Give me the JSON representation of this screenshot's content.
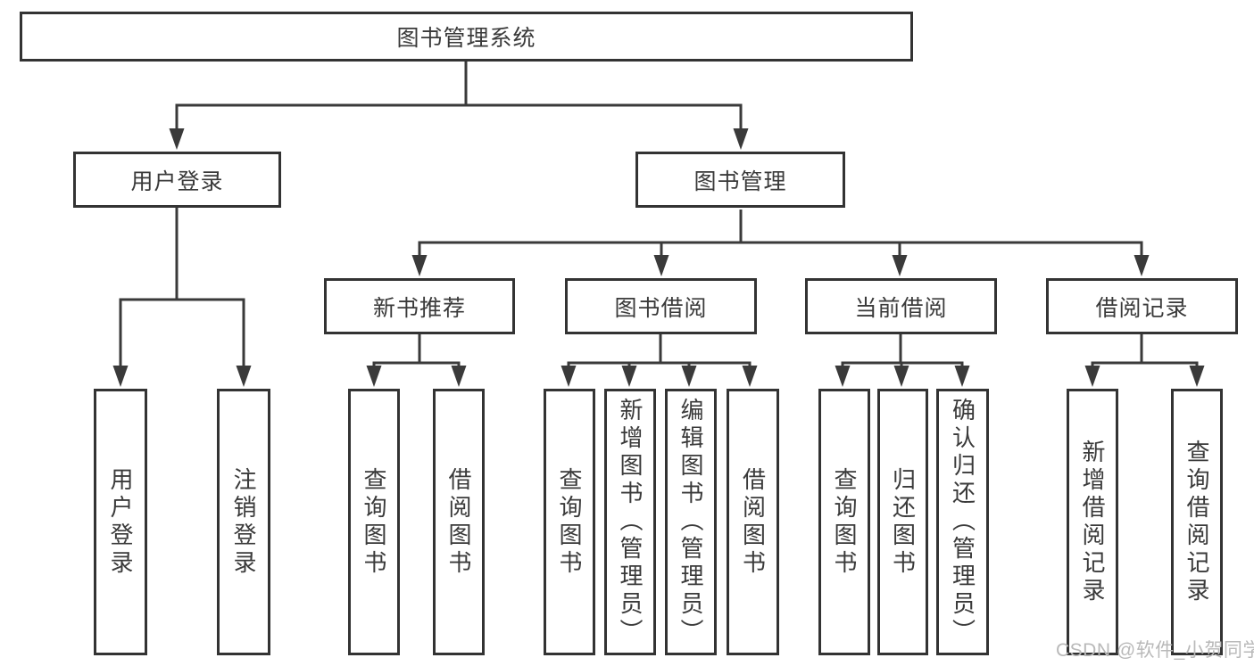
{
  "colors": {
    "line": "#3a3a3a",
    "border": "#333333",
    "text": "#3a3a3a",
    "watermark": "#b9b9b9",
    "background": "#ffffff"
  },
  "watermark": {
    "text": "CSDN @软件_小贺同学"
  },
  "diagram": {
    "nodes": [
      {
        "id": "root",
        "label": "图书管理系统",
        "level": 0,
        "parent": null
      },
      {
        "id": "user-login",
        "label": "用户登录",
        "level": 1,
        "parent": "root"
      },
      {
        "id": "book-management",
        "label": "图书管理",
        "level": 1,
        "parent": "root"
      },
      {
        "id": "new-book-recommend",
        "label": "新书推荐",
        "level": 2,
        "parent": "book-management"
      },
      {
        "id": "book-borrowing",
        "label": "图书借阅",
        "level": 2,
        "parent": "book-management"
      },
      {
        "id": "current-borrowing",
        "label": "当前借阅",
        "level": 2,
        "parent": "book-management"
      },
      {
        "id": "borrowing-records",
        "label": "借阅记录",
        "level": 2,
        "parent": "book-management"
      },
      {
        "id": "leaf-user-login",
        "label": "用户登录",
        "level": 3,
        "parent": "user-login"
      },
      {
        "id": "leaf-logout",
        "label": "注销登录",
        "level": 3,
        "parent": "user-login"
      },
      {
        "id": "leaf-query-books-1",
        "label": "查询图书",
        "level": 3,
        "parent": "new-book-recommend"
      },
      {
        "id": "leaf-borrow-books-1",
        "label": "借阅图书",
        "level": 3,
        "parent": "new-book-recommend"
      },
      {
        "id": "leaf-query-books-2",
        "label": "查询图书",
        "level": 3,
        "parent": "book-borrowing"
      },
      {
        "id": "leaf-add-books-admin",
        "label": "新增图书（管理员）",
        "level": 3,
        "parent": "book-borrowing"
      },
      {
        "id": "leaf-edit-books-admin",
        "label": "编辑图书（管理员）",
        "level": 3,
        "parent": "book-borrowing"
      },
      {
        "id": "leaf-borrow-books-2",
        "label": "借阅图书",
        "level": 3,
        "parent": "book-borrowing"
      },
      {
        "id": "leaf-query-books-3",
        "label": "查询图书",
        "level": 3,
        "parent": "current-borrowing"
      },
      {
        "id": "leaf-return-books",
        "label": "归还图书",
        "level": 3,
        "parent": "current-borrowing"
      },
      {
        "id": "leaf-confirm-return",
        "label": "确认归还（管理员）",
        "level": 3,
        "parent": "current-borrowing"
      },
      {
        "id": "leaf-add-borrow-record",
        "label": "新增借阅记录",
        "level": 3,
        "parent": "borrowing-records"
      },
      {
        "id": "leaf-query-borrow-record",
        "label": "查询借阅记录",
        "level": 3,
        "parent": "borrowing-records"
      }
    ]
  }
}
